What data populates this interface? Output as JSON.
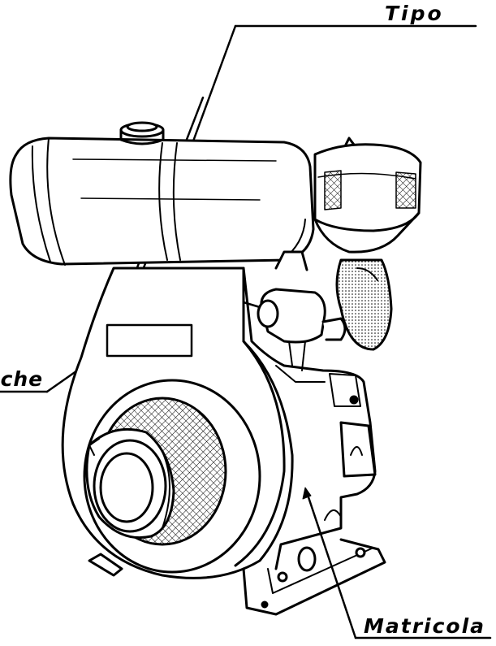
{
  "labels": {
    "tipo": "Tipo",
    "caratteristiche_visible": "iche",
    "matricola": "Matricola"
  },
  "colors": {
    "line": "#000000",
    "background": "#ffffff"
  }
}
